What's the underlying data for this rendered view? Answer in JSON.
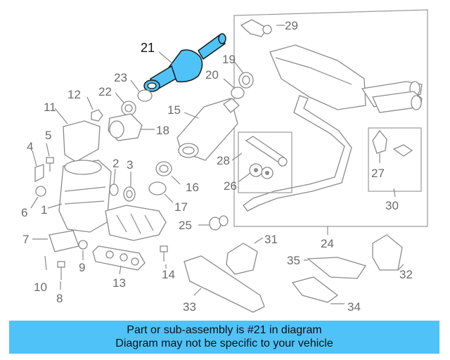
{
  "highlight": {
    "part_number": "21",
    "color": "#4fc3f7"
  },
  "labels": {
    "p1": "1",
    "p2": "2",
    "p3": "3",
    "p4": "4",
    "p5": "5",
    "p6": "6",
    "p7": "7",
    "p8": "8",
    "p9": "9",
    "p10": "10",
    "p11": "11",
    "p12": "12",
    "p13": "13",
    "p14": "14",
    "p15": "15",
    "p16": "16",
    "p17": "17",
    "p18": "18",
    "p19": "19",
    "p20": "20",
    "p21": "21",
    "p22": "22",
    "p23": "23",
    "p24": "24",
    "p25": "25",
    "p26": "26",
    "p27": "27",
    "p28": "28",
    "p29": "29",
    "p30": "30",
    "p31": "31",
    "p32": "32",
    "p33": "33",
    "p34": "34",
    "p35": "35"
  },
  "banner": {
    "line1": "Part or sub-assembly is #21 in diagram",
    "line2": "Diagram may not be specific to your vehicle"
  }
}
